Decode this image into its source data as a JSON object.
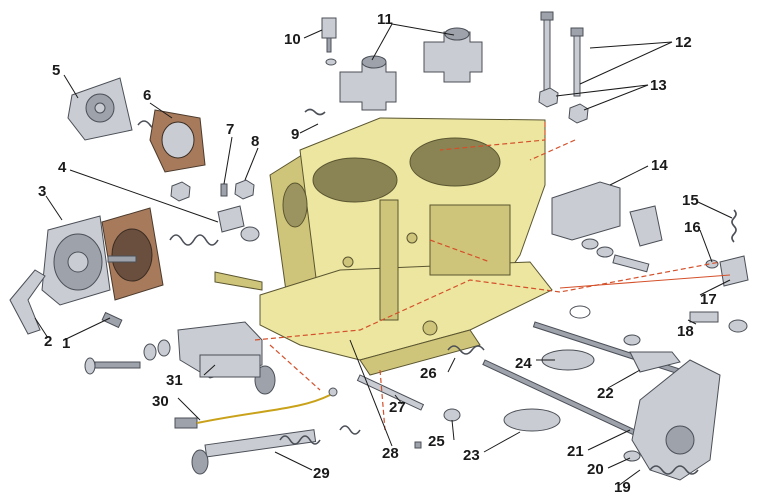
{
  "figure": {
    "callouts": [
      "1",
      "2",
      "3",
      "4",
      "5",
      "6",
      "7",
      "8",
      "9",
      "10",
      "11",
      "12",
      "13",
      "14",
      "15",
      "16",
      "17",
      "18",
      "19",
      "20",
      "21",
      "22",
      "23",
      "24",
      "25",
      "26",
      "27",
      "28",
      "29",
      "30",
      "31"
    ]
  },
  "colors": {
    "body": "#ece6a0",
    "metal": "#c9ccd2",
    "gasket": "#a77a5c",
    "leader_dashed": "#d4502a",
    "labels": "#1a1a1a"
  }
}
